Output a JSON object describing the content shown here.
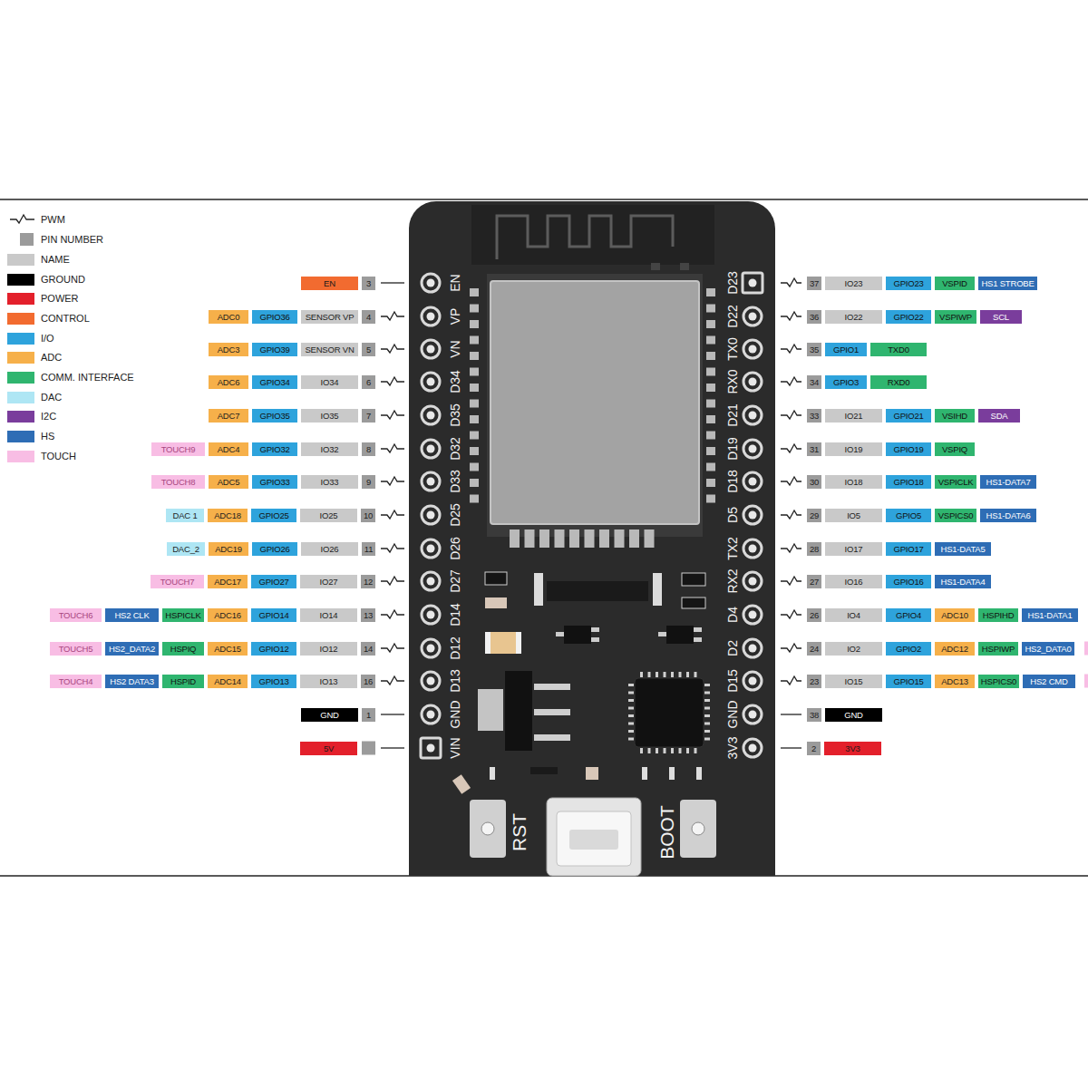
{
  "diagram": {
    "labels": [
      "EN",
      "3",
      "ADC0",
      "GPIO36",
      "SENSOR VP",
      "4",
      "ADC3",
      "GPIO39",
      "SENSOR VN",
      "5",
      "ADC6",
      "GPIO34",
      "IO34",
      "6",
      "ADC7",
      "GPIO35",
      "IO35",
      "7",
      "TOUCH9",
      "ADC4",
      "GPIO32",
      "IO32",
      "8",
      "TOUCH8",
      "ADC5",
      "GPIO33",
      "IO33",
      "9",
      "DAC 1",
      "ADC18",
      "GPIO25",
      "IO25",
      "10",
      "DAC_2",
      "ADC19",
      "GPIO26",
      "IO26",
      "11",
      "TOUCH7",
      "ADC17",
      "GPIO27",
      "IO27",
      "12",
      "TOUCH6",
      "HS2 CLK",
      "HSPICLK",
      "ADC16",
      "GPIO14",
      "IO14",
      "13",
      "TOUCH5",
      "HS2_DATA2",
      "HSPIQ",
      "ADC15",
      "GPIO12",
      "IO12",
      "14",
      "TOUCH4",
      "HS2 DATA3",
      "HSPID",
      "ADC14",
      "GPIO13",
      "IO13",
      "16",
      "GND",
      "1",
      "5V",
      "37",
      "IO23",
      "GPIO23",
      "VSPID",
      "HS1 STROBE",
      "36",
      "IO22",
      "GPIO22",
      "VSPIWP",
      "SCL",
      "35",
      "GPIO1",
      "TXD0",
      "34",
      "GPIO3",
      "RXD0",
      "33",
      "IO21",
      "GPIO21",
      "VSIHD",
      "SDA",
      "31",
      "IO19",
      "GPIO19",
      "VSPIQ",
      "30",
      "IO18",
      "GPIO18",
      "VSPICLK",
      "HS1-DATA7",
      "29",
      "IO5",
      "GPIO5",
      "VSPICS0",
      "HS1-DATA6",
      "28",
      "IO17",
      "GPIO17",
      "HS1-DATA5",
      "27",
      "IO16",
      "GPIO16",
      "HS1-DATA4",
      "26",
      "IO4",
      "GPIO4",
      "ADC10",
      "HSPIHD",
      "HS1-DATA1",
      "24",
      "IO2",
      "GPIO2",
      "ADC12",
      "HSPIWP",
      "HS2_DATA0",
      "23",
      "IO15",
      "GPIO15",
      "ADC13",
      "HSPICS0",
      "HS2 CMD",
      "38",
      "GND",
      "2",
      "3V3",
      "EN",
      "VP",
      "VN",
      "D34",
      "D35",
      "D32",
      "D33",
      "D25",
      "D26",
      "D27",
      "D14",
      "D12",
      "D13",
      "GND",
      "VIN",
      "D23",
      "D22",
      "TX0",
      "RX0",
      "D21",
      "D19",
      "D18",
      "D5",
      "TX2",
      "RX2",
      "D4",
      "D2",
      "D15",
      "GND",
      "3V3",
      "RST",
      "BOOT"
    ],
    "legend": [
      {
        "text": "PWM"
      },
      {
        "text": "PIN NUMBER",
        "color": "#9b9b9b"
      },
      {
        "text": "NAME",
        "color": "#c9c9c9"
      },
      {
        "text": "GROUND",
        "color": "#000000"
      },
      {
        "text": "POWER",
        "color": "#e3202b"
      },
      {
        "text": "CONTROL",
        "color": "#f26b30"
      },
      {
        "text": "I/O",
        "color": "#2ea3dc"
      },
      {
        "text": "ADC",
        "color": "#f6b04a"
      },
      {
        "text": "COMM. INTERFACE",
        "color": "#2fb56f"
      },
      {
        "text": "DAC",
        "color": "#aee6f4"
      },
      {
        "text": "I2C",
        "color": "#7a3d9c"
      },
      {
        "text": "HS",
        "color": "#2e6db5"
      },
      {
        "text": "TOUCH",
        "color": "#f8bde4"
      }
    ]
  }
}
